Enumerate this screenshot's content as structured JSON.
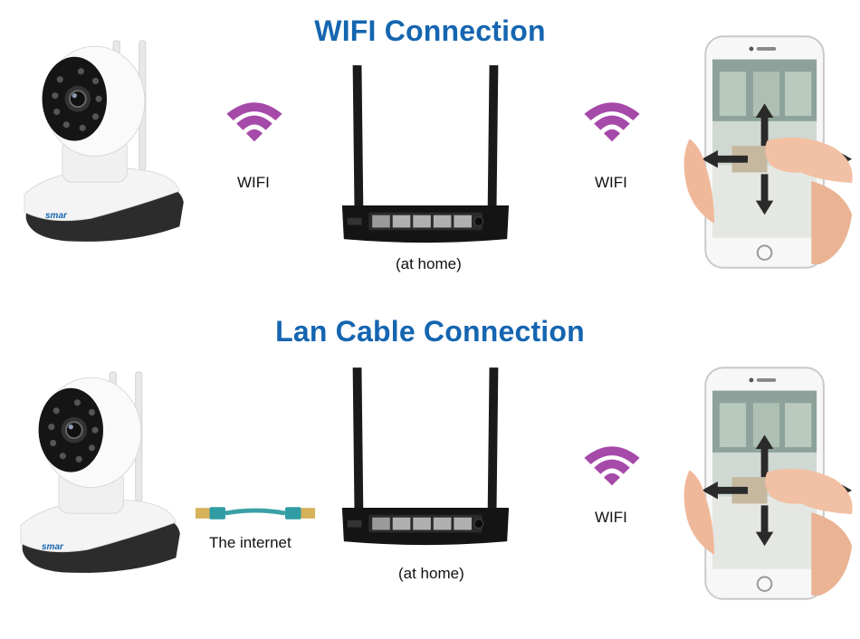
{
  "wifi_section": {
    "title": "WIFI Connection",
    "camera_brand": "smar",
    "link_camera_router_label": "WIFI",
    "router_label": "(at home)",
    "link_router_phone_label": "WIFI"
  },
  "lan_section": {
    "title": "Lan Cable Connection",
    "camera_brand": "smar",
    "cable_label": "The internet",
    "router_label": "(at home)",
    "link_router_phone_label": "WIFI"
  },
  "colors": {
    "title": "#1565b0",
    "wifi_symbol": "#a54aa8",
    "cable": "#3aa0a6",
    "router": "#1a1a1a"
  },
  "icons": [
    "security-camera-icon",
    "wifi-icon",
    "router-icon",
    "smartphone-icon",
    "ethernet-cable-icon",
    "hand-icon",
    "arrow-icon"
  ]
}
